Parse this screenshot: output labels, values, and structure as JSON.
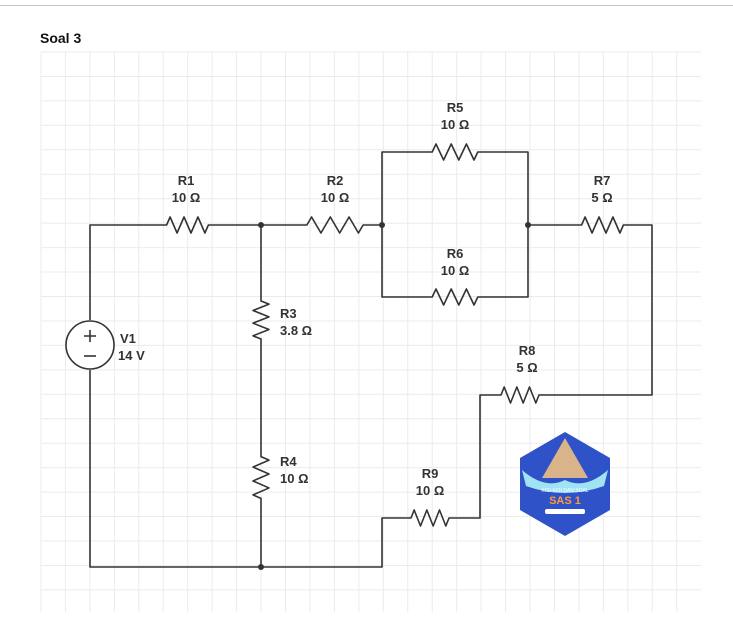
{
  "title": "Soal 3",
  "components": {
    "V1": {
      "name": "V1",
      "value": "14 V"
    },
    "R1": {
      "name": "R1",
      "value": "10 Ω"
    },
    "R2": {
      "name": "R2",
      "value": "10 Ω"
    },
    "R3": {
      "name": "R3",
      "value": "3.8 Ω"
    },
    "R4": {
      "name": "R4",
      "value": "10 Ω"
    },
    "R5": {
      "name": "R5",
      "value": "10 Ω"
    },
    "R6": {
      "name": "R6",
      "value": "10 Ω"
    },
    "R7": {
      "name": "R7",
      "value": "5 Ω"
    },
    "R8": {
      "name": "R8",
      "value": "5 Ω"
    },
    "R9": {
      "name": "R9",
      "value": "10 Ω"
    }
  },
  "logo": {
    "line1": "KISI-KISI DAN SOAL",
    "line2": "SAS 1"
  },
  "colors": {
    "wire": "#333333",
    "grid": "#ebebeb",
    "logo_blue": "#2f52c8"
  }
}
